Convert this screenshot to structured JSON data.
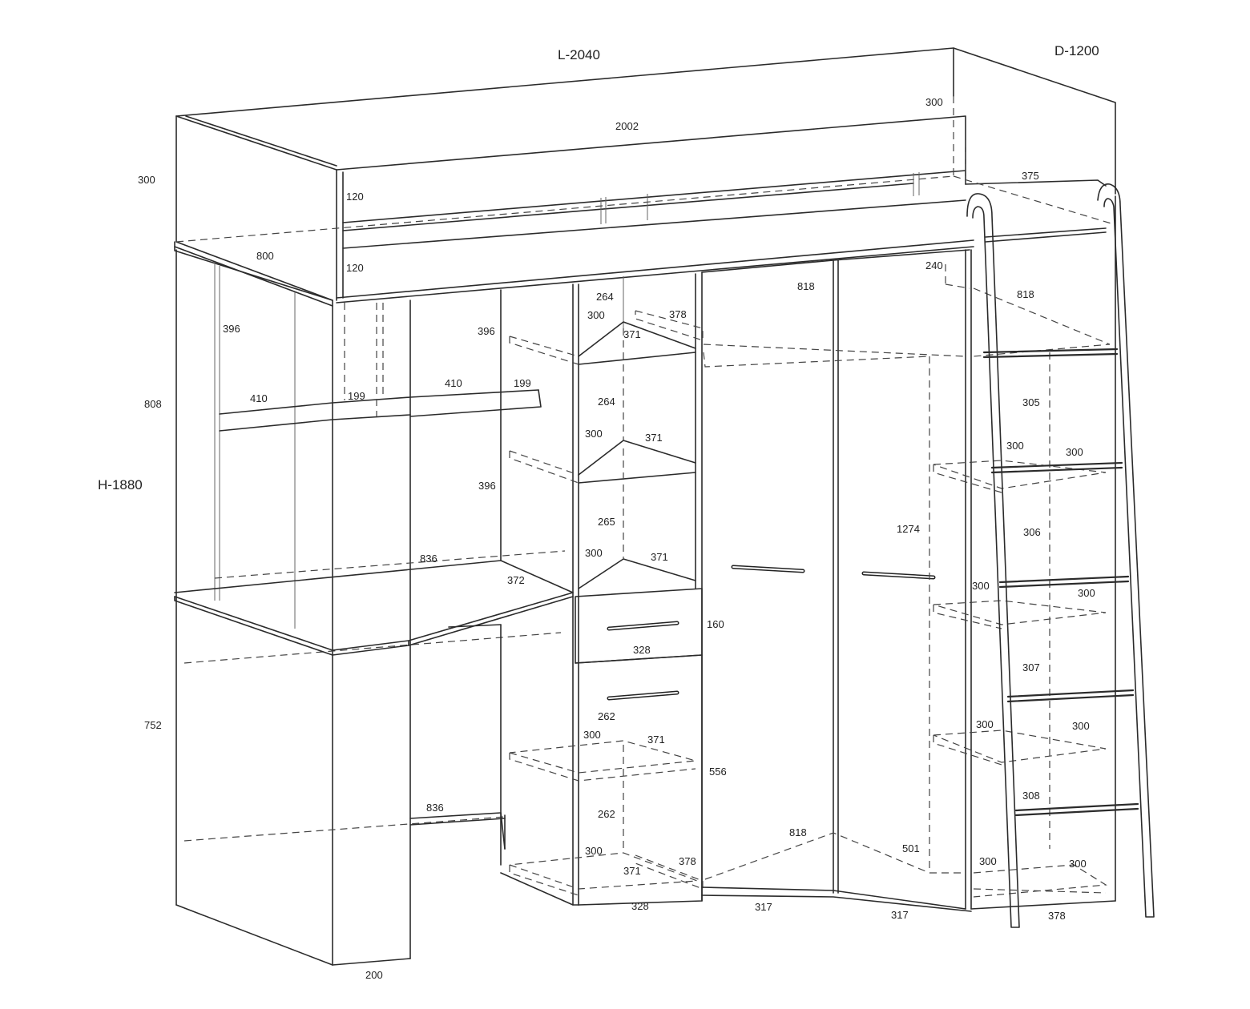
{
  "overall": {
    "length": "L-2040",
    "depth": "D-1200",
    "height": "H-1880"
  },
  "left_side": {
    "top_rail_height": "300",
    "upper_height": "808",
    "lower_height": "752",
    "top_depth": "800",
    "niche_height": "396",
    "shelf_depth": "410",
    "shelf_offset": "199",
    "base_width": "200"
  },
  "top_bed": {
    "inner_length": "2002",
    "rail_height_right": "300",
    "rail_board_upper": "120",
    "rail_board_lower": "120",
    "end_board": "375",
    "end_height": "240"
  },
  "desk": {
    "shelf_width": "410",
    "shelf_offset": "199",
    "top_length": "836",
    "top_depth": "372",
    "bottom_length": "836",
    "niche_height": "396"
  },
  "open_shelves": {
    "heights": [
      "264",
      "264",
      "265"
    ],
    "depth": "300",
    "width": "371",
    "niche_396": "396",
    "left_width": "396",
    "top_shelf_depth": "378"
  },
  "drawer_cabinet": {
    "drawer_width": "328",
    "drawer_height": "160",
    "cabinet_shelf_height_1": "262",
    "cabinet_shelf_height_2": "262",
    "cabinet_shelf_depth": "300",
    "cabinet_shelf_width": "371",
    "cabinet_height": "556",
    "bottom_depth": "300",
    "bottom_width": "371",
    "bottom_side": "378",
    "base_width": "328"
  },
  "wardrobe": {
    "width_top": "818",
    "width_bottom": "818",
    "height": "1274",
    "lower_height": "501",
    "door_width_left": "317",
    "door_width_right": "317"
  },
  "ladder_side": {
    "top_width": "818",
    "heights": [
      "305",
      "306",
      "307",
      "308"
    ],
    "shelf_depth": "300",
    "shelf_width": "300",
    "base_width": "378"
  }
}
